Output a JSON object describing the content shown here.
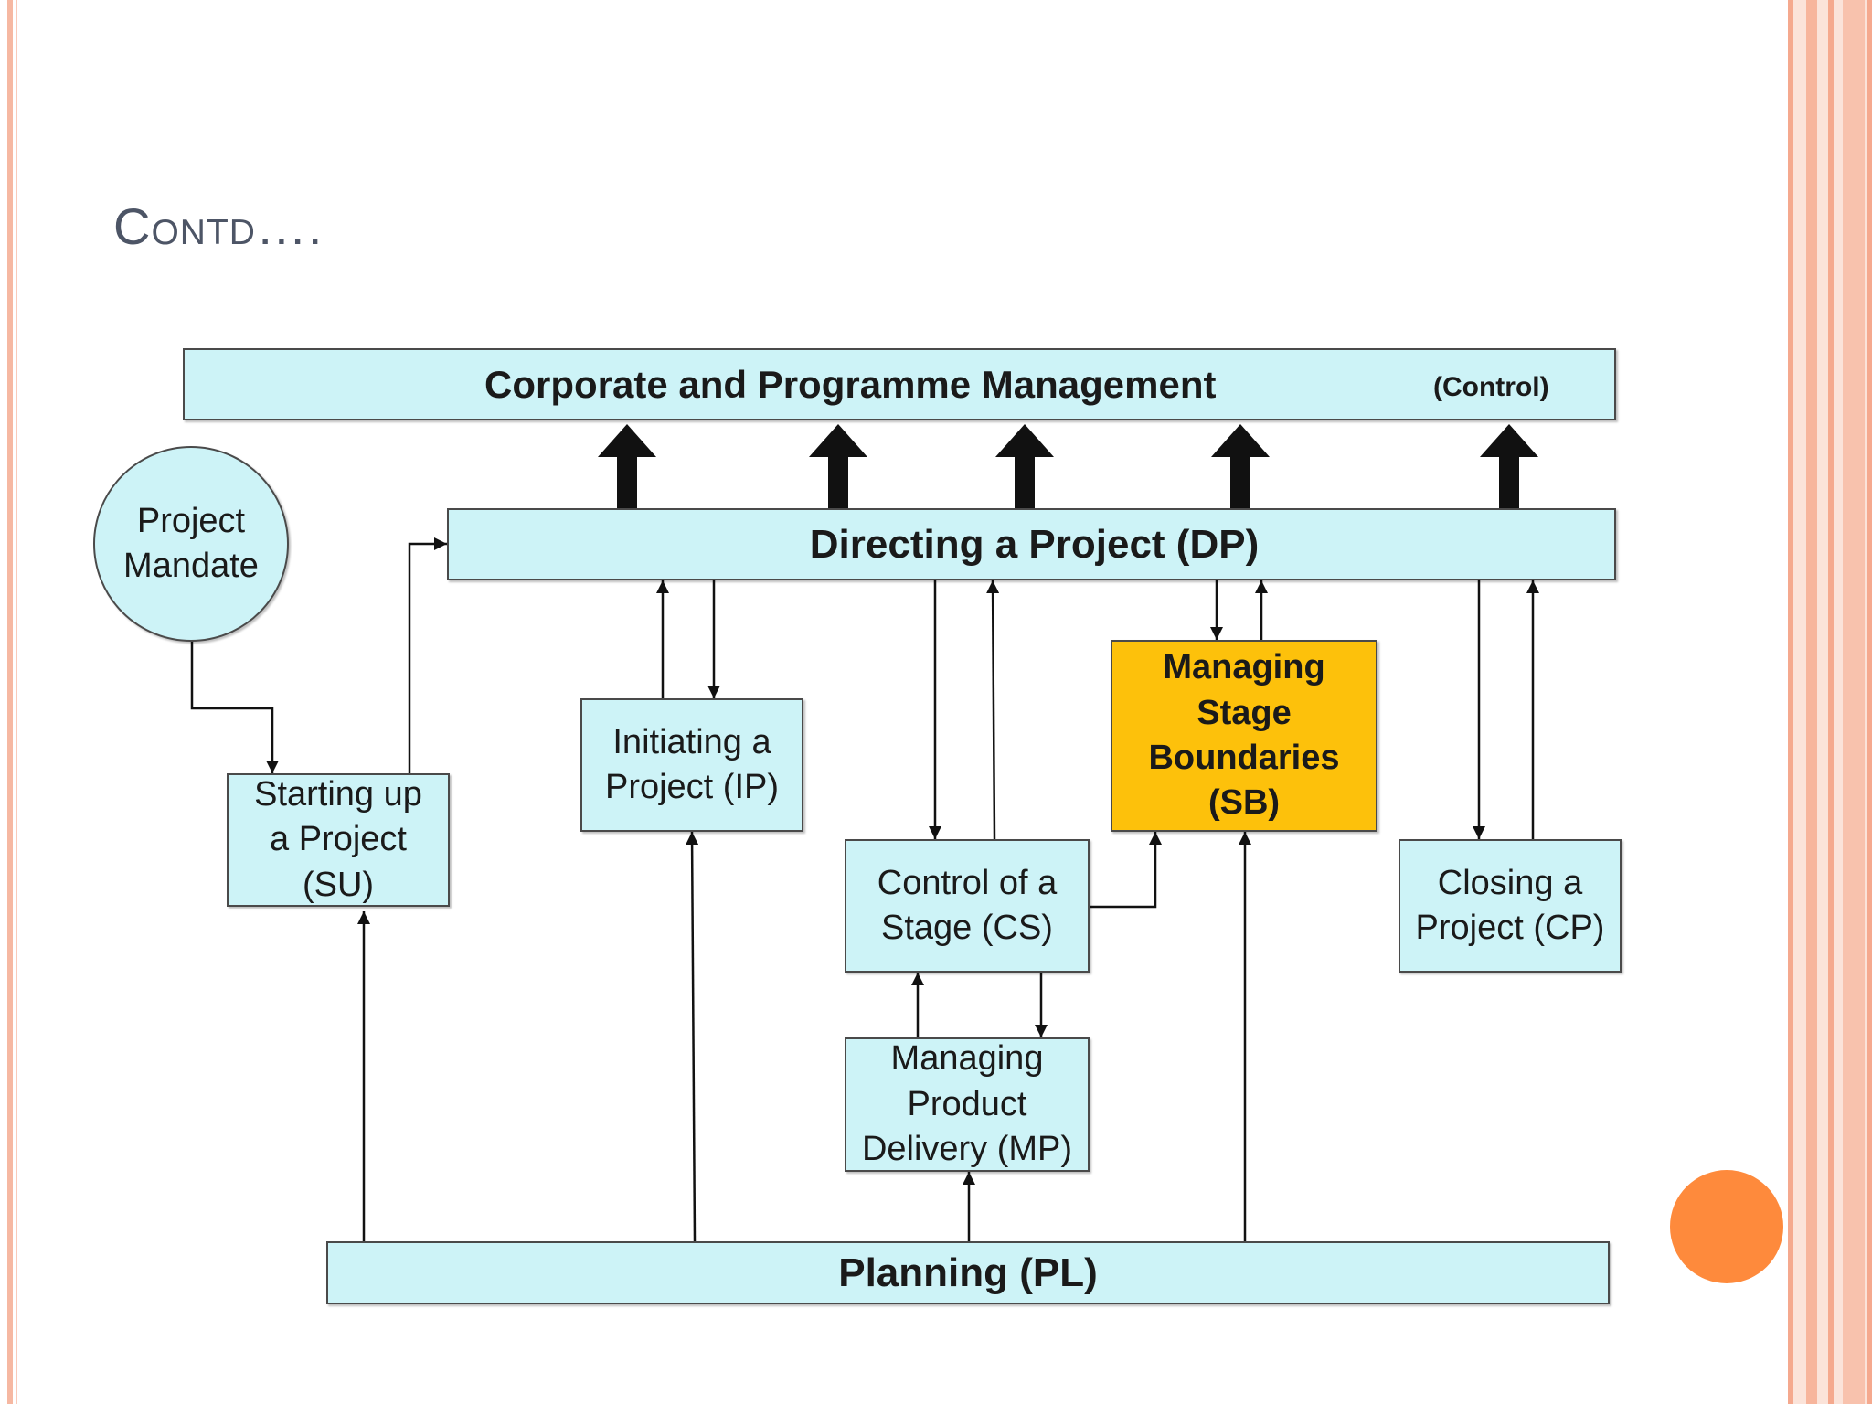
{
  "slide": {
    "title": "Contd…."
  },
  "diagram": {
    "corporate": {
      "label": "Corporate and Programme Management",
      "note": "(Control)"
    },
    "directing": {
      "label": "Directing a Project (DP)"
    },
    "mandate": {
      "label": "Project\nMandate"
    },
    "starting": {
      "label": "Starting up\na Project\n(SU)"
    },
    "initiating": {
      "label": "Initiating a\nProject (IP)"
    },
    "control_stage": {
      "label": "Control of a\nStage (CS)"
    },
    "stage_boundaries": {
      "label": "Managing\nStage\nBoundaries\n(SB)"
    },
    "closing": {
      "label": "Closing a\nProject (CP)"
    },
    "product_delivery": {
      "label": "Managing\nProduct\nDelivery (MP)"
    },
    "planning": {
      "label": "Planning (PL)"
    }
  },
  "colors": {
    "box_fill": "#cdf3f7",
    "highlight_fill": "#fdc10b",
    "accent": "#fe8a3c"
  }
}
